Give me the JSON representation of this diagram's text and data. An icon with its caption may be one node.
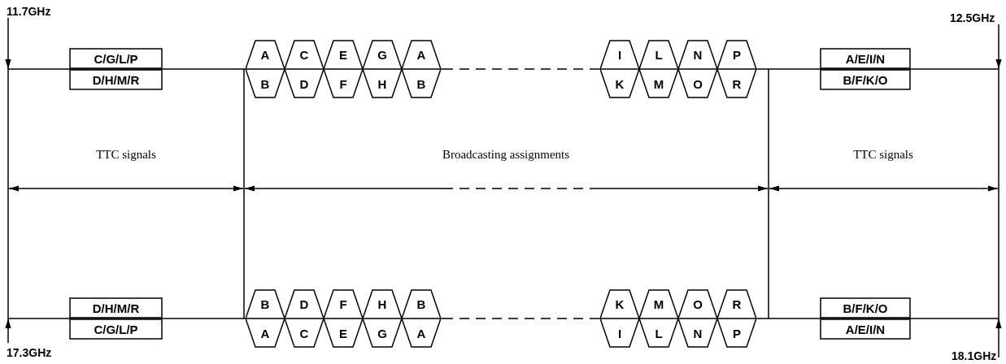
{
  "diagram": {
    "nodes": [
      {
        "text": [
          "C/G/L/P"
        ]
      },
      {
        "text": [
          "A"
        ]
      },
      {
        "text": [
          "C"
        ]
      },
      {
        "text": [
          "E"
        ]
      },
      {
        "text": [
          "G"
        ]
      },
      {
        "text": [
          "A"
        ]
      },
      {
        "text": [
          "I"
        ]
      },
      {
        "text": [
          "L"
        ]
      },
      {
        "text": [
          "N"
        ]
      },
      {
        "text": [
          "P"
        ]
      },
      {
        "text": [
          "A/E/I/N"
        ]
      },
      {
        "text": [
          "D/H/M/R"
        ]
      },
      {
        "text": [
          "B"
        ]
      },
      {
        "text": [
          "D"
        ]
      },
      {
        "text": [
          "F"
        ]
      },
      {
        "text": [
          "H"
        ]
      },
      {
        "text": [
          "B"
        ]
      },
      {
        "text": [
          "K"
        ]
      },
      {
        "text": [
          "M"
        ]
      },
      {
        "text": [
          "O"
        ]
      },
      {
        "text": [
          "R"
        ]
      },
      {
        "text": [
          "B/F/K/O"
        ]
      },
      {
        "text": [
          "D/H/M/R"
        ]
      },
      {
        "text": [
          "B"
        ]
      },
      {
        "text": [
          "D"
        ]
      },
      {
        "text": [
          "F"
        ]
      },
      {
        "text": [
          "H"
        ]
      },
      {
        "text": [
          "B"
        ]
      },
      {
        "text": [
          "K"
        ]
      },
      {
        "text": [
          "M"
        ]
      },
      {
        "text": [
          "O"
        ]
      },
      {
        "text": [
          "R"
        ]
      },
      {
        "text": [
          "B/F/K/O"
        ]
      },
      {
        "text": [
          "C/G/L/P"
        ]
      },
      {
        "text": [
          "A"
        ]
      },
      {
        "text": [
          "C"
        ]
      },
      {
        "text": [
          "E"
        ]
      },
      {
        "text": [
          "G"
        ]
      },
      {
        "text": [
          "A"
        ]
      },
      {
        "text": [
          "I"
        ]
      },
      {
        "text": [
          "L"
        ]
      },
      {
        "text": [
          "N"
        ]
      },
      {
        "text": [
          "P"
        ]
      },
      {
        "text": [
          "A/E/I/N"
        ]
      }
    ],
    "edges": [],
    "labels": [
      "11.7GHz",
      "12.5GHz",
      "TTC signals",
      "Broadcasting assignments",
      "TTC signals",
      "17.3GHz",
      "18.1GHz"
    ]
  }
}
